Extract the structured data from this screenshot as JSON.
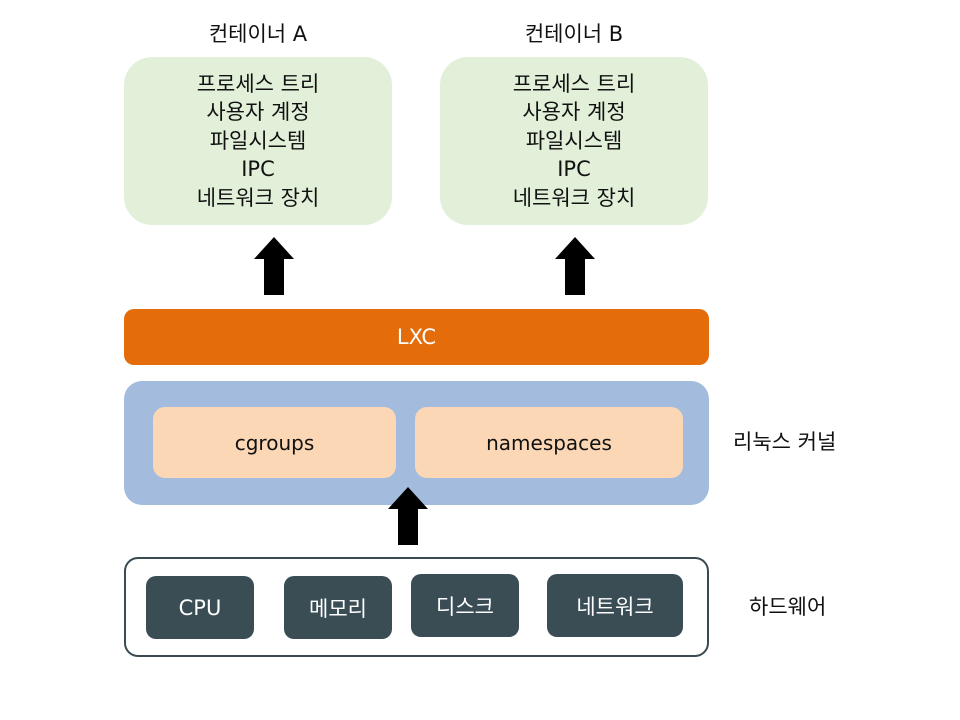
{
  "containers": [
    {
      "title": "컨테이너 A",
      "items": [
        "프로세스 트리",
        "사용자 계정",
        "파일시스템",
        "IPC",
        "네트워크 장치"
      ]
    },
    {
      "title": "컨테이너 B",
      "items": [
        "프로세스 트리",
        "사용자 계정",
        "파일시스템",
        "IPC",
        "네트워크 장치"
      ]
    }
  ],
  "lxc": {
    "label": "LXC"
  },
  "kernel": {
    "label": "리눅스 커널",
    "items": [
      "cgroups",
      "namespaces"
    ]
  },
  "hardware": {
    "label": "하드웨어",
    "items": [
      "CPU",
      "메모리",
      "디스크",
      "네트워크"
    ]
  },
  "colors": {
    "container_fill": "#e2f0d9",
    "lxc_fill": "#e46c0a",
    "kernel_fill": "#a3bcdd",
    "kernel_item_fill": "#fbd7b6",
    "hardware_item_fill": "#3a4d55",
    "hardware_border": "#3a4a52",
    "arrow": "#000000"
  }
}
